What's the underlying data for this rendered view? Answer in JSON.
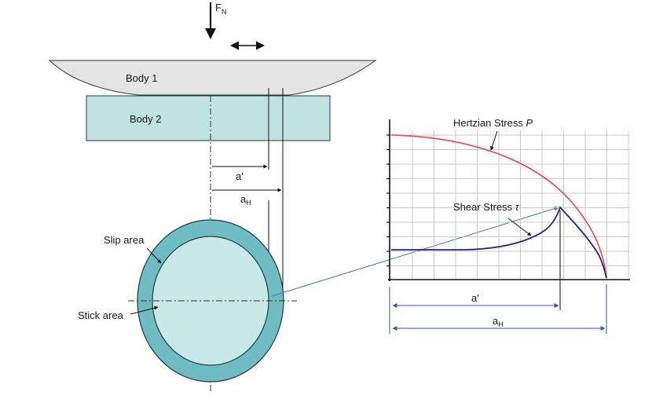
{
  "labels": {
    "force": "F",
    "force_sub": "N",
    "body1": "Body 1",
    "body2": "Body 2",
    "a_prime": "a'",
    "a_h": "a",
    "a_h_sub": "H",
    "slip_area": "Slip area",
    "stick_area": "Stick area"
  },
  "graph": {
    "hertzian_label": "Hertzian Stress ",
    "hertzian_symbol": "P",
    "shear_label": "Shear Stress ",
    "shear_symbol": "τ",
    "a_prime": "a'",
    "a_h": "a",
    "a_h_sub": "H"
  },
  "colors": {
    "body1_fill": "#e4e4e4",
    "body2_fill": "#bfe3e3",
    "slip_ring": "#6fbcc2",
    "stick_fill": "#c9e8ea",
    "hertz_curve": "#e8474d",
    "shear_curve": "#26257a",
    "dimension_blue": "#3b4fb0",
    "leader_blue": "#3a6fc2"
  }
}
